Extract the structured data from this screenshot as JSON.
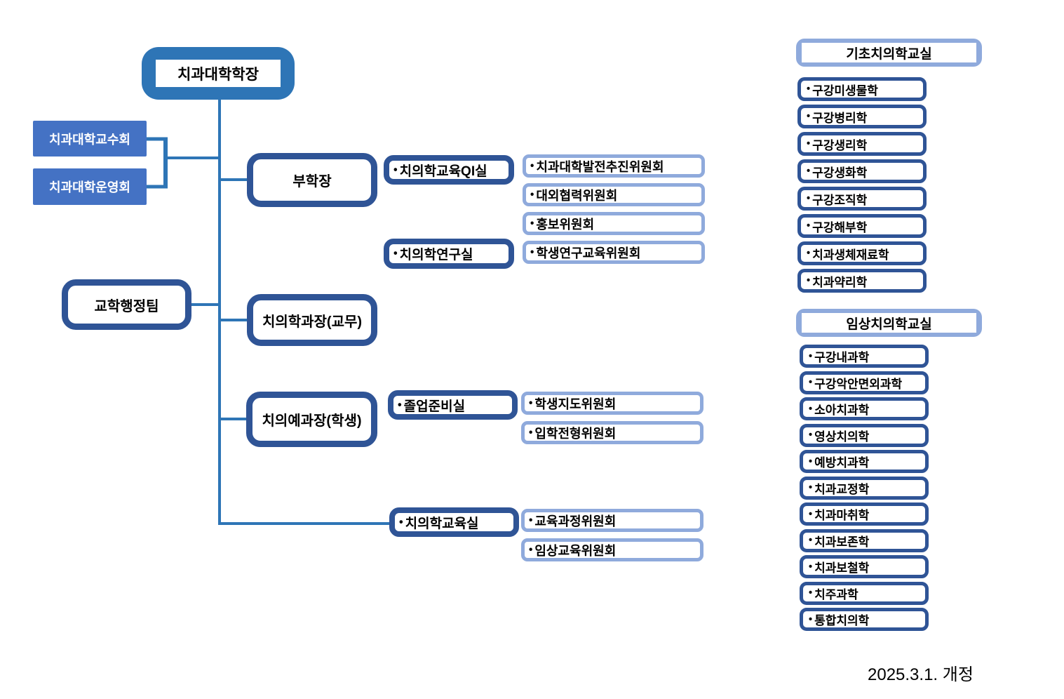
{
  "colors": {
    "line_blue": "#2E75B6",
    "navy_border": "#2F5496",
    "light_border": "#8FAADC",
    "solid_fill": "#4472C4"
  },
  "dean": {
    "label": "치과대학학장"
  },
  "councils": [
    {
      "label": "치과대학교수회"
    },
    {
      "label": "치과대학운영회"
    }
  ],
  "admin_team": {
    "label": "교학행정팀"
  },
  "positions": {
    "vice_dean": {
      "label": "부학장"
    },
    "chair_dentistry": {
      "label": "치의학과장(교무)"
    },
    "chair_predental": {
      "label": "치의예과장(학생)"
    }
  },
  "offices": {
    "qi": {
      "label": "치의학교육QI실"
    },
    "research": {
      "label": "치의학연구실"
    },
    "graduation": {
      "label": "졸업준비실"
    },
    "education": {
      "label": "치의학교육실"
    }
  },
  "committees": {
    "qi_group": [
      "치과대학발전추진위원회",
      "대외협력위원회",
      "홍보위원회"
    ],
    "research_group": [
      "학생연구교육위원회"
    ],
    "graduation_group": [
      "학생지도위원회",
      "입학전형위원회"
    ],
    "education_group": [
      "교육과정위원회",
      "임상교육위원회"
    ]
  },
  "departments": {
    "basic": {
      "header": "기초치의학교실",
      "items": [
        "구강미생물학",
        "구강병리학",
        "구강생리학",
        "구강생화학",
        "구강조직학",
        "구강해부학",
        "치과생체재료학",
        "치과약리학"
      ]
    },
    "clinical": {
      "header": "임상치의학교실",
      "items": [
        "구강내과학",
        "구강악안면외과학",
        "소아치과학",
        "영상치의학",
        "예방치과학",
        "치과교정학",
        "치과마취학",
        "치과보존학",
        "치과보철학",
        "치주과학",
        "통합치의학"
      ]
    }
  },
  "footnote": "2025.3.1. 개정"
}
